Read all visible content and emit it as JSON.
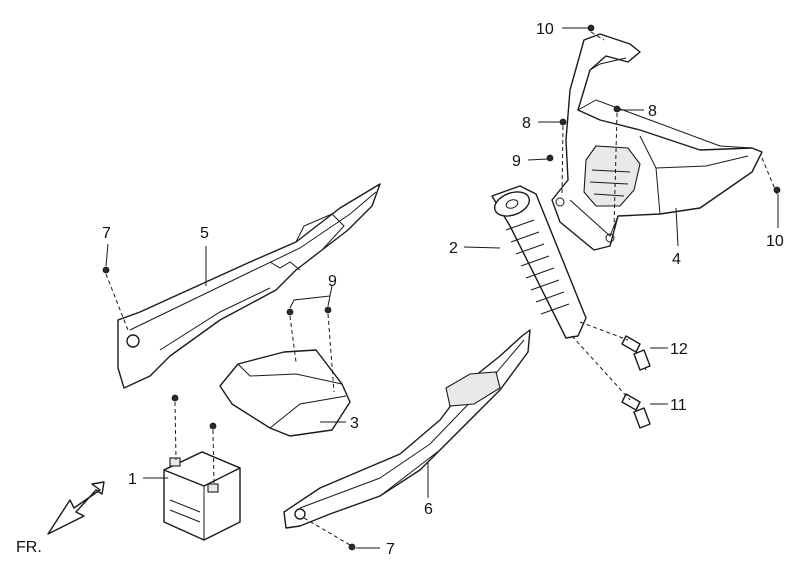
{
  "diagram": {
    "orientation_label": "FR.",
    "callouts": {
      "battery": "1",
      "rear_shock_boot": "2",
      "lower_center_panel": "3",
      "front_lower_cover": "4",
      "left_side_cover": "5",
      "right_side_cover": "6",
      "screw_left_cover": "7",
      "screw_right_cover": "7",
      "screw_front_cover_left": "8",
      "screw_front_cover_right": "8",
      "screw_front_cover_small": "9",
      "screws_center_panel": "9",
      "screw_front_cover_top": "10",
      "screw_front_cover_side": "10",
      "bolt_lower": "11",
      "bolt_upper": "12"
    }
  }
}
